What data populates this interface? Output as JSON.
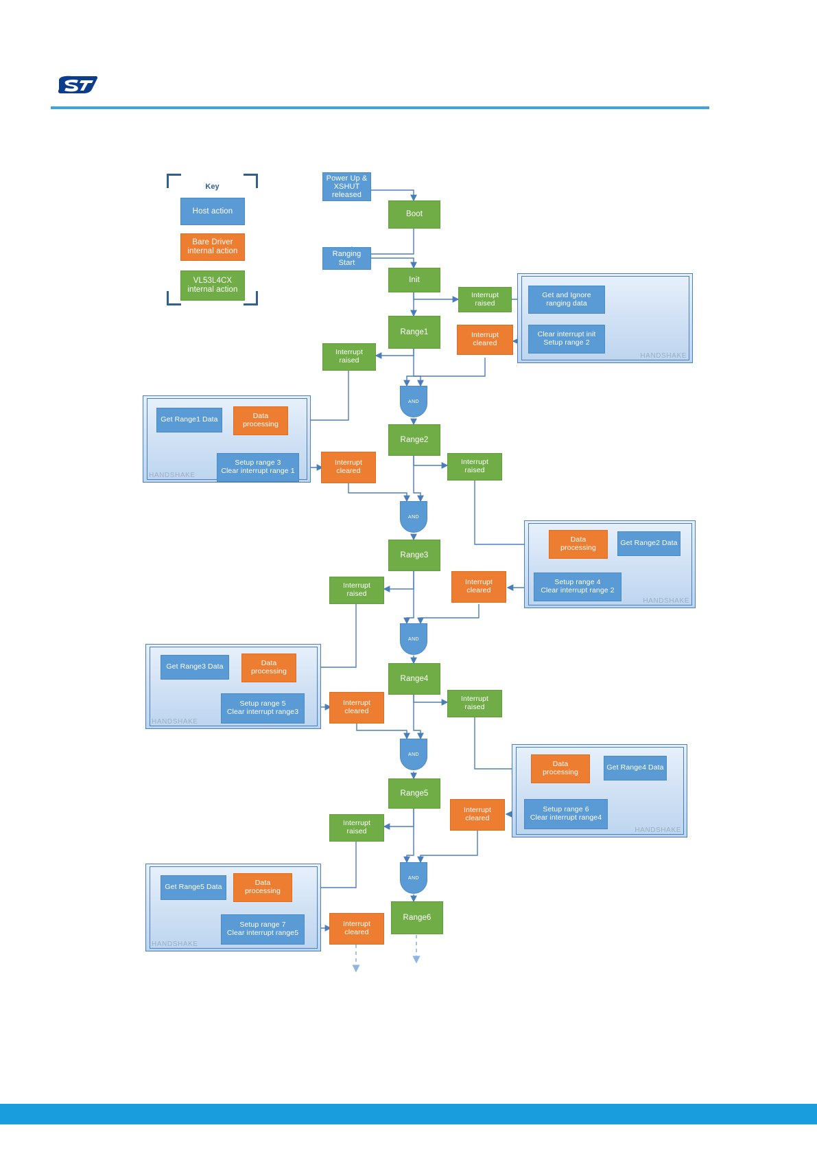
{
  "page": {
    "brand": "ST",
    "logo_name": "st-logo"
  },
  "key": {
    "title": "Key",
    "items": [
      {
        "label": "Host action",
        "type": "host"
      },
      {
        "label": "Bare Driver\ninternal action",
        "type": "bare"
      },
      {
        "label": "VL53L4CX\ninternal action",
        "type": "dev"
      }
    ]
  },
  "labels": {
    "handshake": "HANDSHAKE",
    "and_gate": "AND",
    "interrupt_raised": "Interrupt raised",
    "interrupt_cleared": "Interrupt\ncleared",
    "data_processing": "Data\nprocessing"
  },
  "flow": {
    "power_up": "Power Up &\nXSHUT\nreleased",
    "boot": "Boot",
    "ranging_start": "Ranging Start",
    "init": "Init",
    "ranges": [
      "Range1",
      "Range2",
      "Range3",
      "Range4",
      "Range5",
      "Range6"
    ]
  },
  "handshakes": [
    {
      "id": "handshake-init",
      "side": "right",
      "get_data": "Get and Ignore\nranging data",
      "setup": "Clear interrupt init\nSetup range 2",
      "label": "HANDSHAKE"
    },
    {
      "id": "handshake-range1",
      "side": "left",
      "get_data": "Get Range1 Data",
      "processing": "Data\nprocessing",
      "setup": "Setup range 3\nClear interrupt range 1",
      "label": "HANDSHAKE"
    },
    {
      "id": "handshake-range2",
      "side": "right",
      "get_data": "Get Range2 Data",
      "processing": "Data\nprocessing",
      "setup": "Setup range 4\nClear interrupt range 2",
      "label": "HANDSHAKE"
    },
    {
      "id": "handshake-range3",
      "side": "left",
      "get_data": "Get Range3 Data",
      "processing": "Data\nprocessing",
      "setup": "Setup range 5\nClear interrupt range3",
      "label": "HANDSHAKE"
    },
    {
      "id": "handshake-range4",
      "side": "right",
      "get_data": "Get Range4 Data",
      "processing": "Data\nprocessing",
      "setup": "Setup range 6\nClear interrupt range4",
      "label": "HANDSHAKE"
    },
    {
      "id": "handshake-range5",
      "side": "left",
      "get_data": "Get Range5 Data",
      "processing": "Data\nprocessing",
      "setup": "Setup range 7\nClear interrupt range5",
      "label": "HANDSHAKE"
    }
  ],
  "colors": {
    "host": "#5b9bd5",
    "bare_driver": "#ed7d31",
    "device": "#70ad47",
    "wire": "#4a7ebb",
    "header_rule": "#3aa5dc",
    "footer": "#1a9ddc",
    "handshake_text": "#9aaec6"
  }
}
